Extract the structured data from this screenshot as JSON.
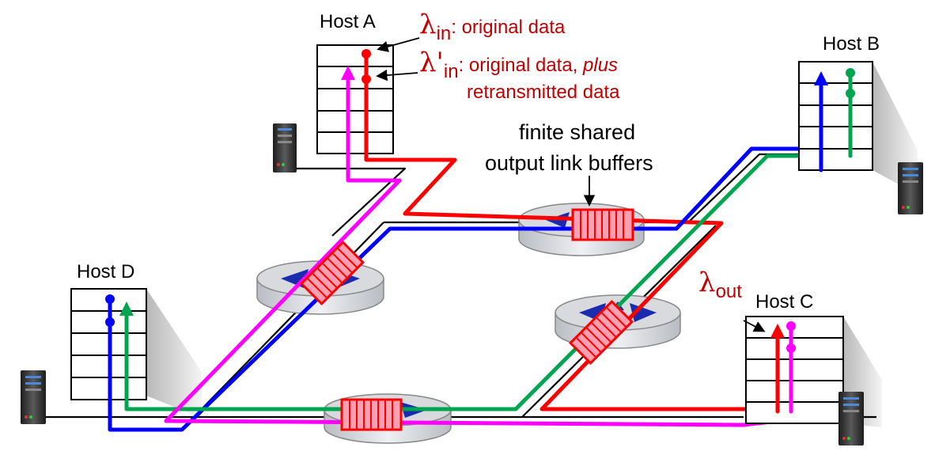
{
  "hosts": {
    "a": "Host A",
    "b": "Host B",
    "c": "Host C",
    "d": "Host D"
  },
  "labels": {
    "lambda_in": {
      "symbol": "λ",
      "subscript": "in",
      "text": ": original data"
    },
    "lambda_in_prime": {
      "symbol": "λ'",
      "subscript": "in",
      "text_line1": ": original data, ",
      "text_line1_emph": "plus",
      "text_line2": "retransmitted data"
    },
    "lambda_out": {
      "symbol": "λ",
      "subscript": "out"
    },
    "buffers_line1": "finite shared",
    "buffers_line2": "output link buffers"
  },
  "colors": {
    "host_a_flow": "#ff0000",
    "host_b_flow": "#0000ff",
    "host_c_flow": "#00a550",
    "host_d_flow": "#ff00ff",
    "buffer": "#ff9fb2",
    "label_red": "#c00000"
  }
}
